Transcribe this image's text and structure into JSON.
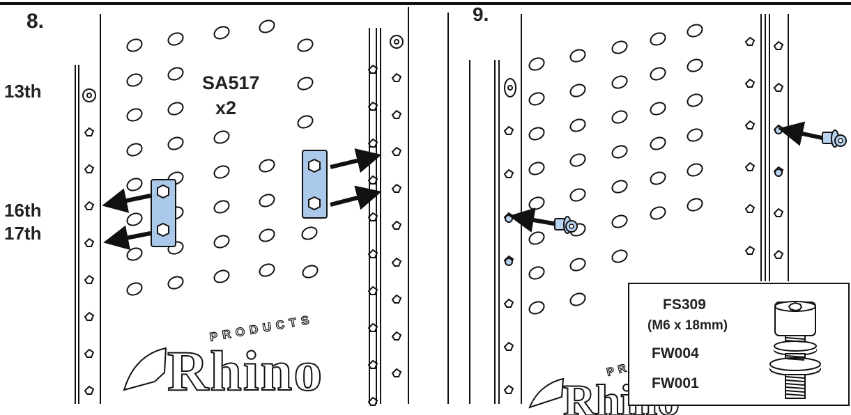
{
  "steps": [
    {
      "number": "8.",
      "positions": [
        "13th",
        "16th",
        "17th"
      ],
      "bracket_code": "SA517",
      "bracket_qty": "x2",
      "logo_word": "Rhino",
      "logo_sub": "PRODUCTS"
    },
    {
      "number": "9.",
      "logo_word": "Rhino",
      "logo_sub": "PR"
    }
  ],
  "parts_box": {
    "screw_code": "FS309",
    "screw_size": "(M6 x 18mm)",
    "washer1_code": "FW004",
    "washer2_code": "FW001"
  },
  "colors": {
    "bracket_fill": "#a9c8ea",
    "bolt_fill": "#b9d4ef",
    "line": "#111111",
    "arrow": "#111111"
  },
  "icons": [
    "rack-rail",
    "perforated-panel",
    "mounting-bracket",
    "hex-nut",
    "arrow",
    "screw",
    "washer",
    "rhino-logo"
  ]
}
